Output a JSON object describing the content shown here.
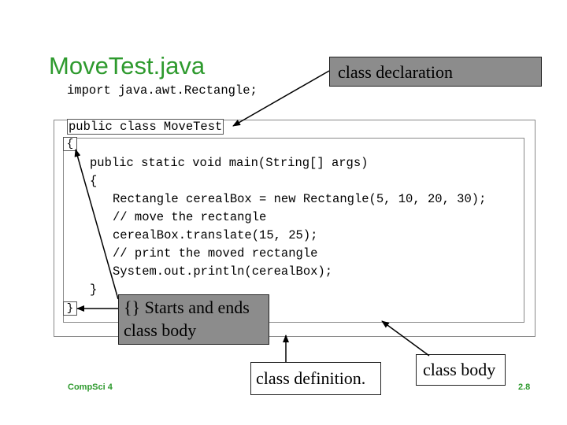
{
  "title": "MoveTest.java",
  "import_line": "import java.awt.Rectangle;",
  "class_header": "public class MoveTest",
  "open_brace": "{",
  "close_brace": "}",
  "code_lines": [
    "public static void main(String[] args)",
    "{",
    "Rectangle cerealBox = new Rectangle(5, 10, 20, 30);",
    "// move the rectangle",
    "cerealBox.translate(15, 25);",
    "// print the moved rectangle",
    "System.out.println(cerealBox);",
    "}"
  ],
  "callouts": {
    "class_declaration": "class declaration",
    "braces_line1": "{} Starts and ends",
    "braces_line2": "class body",
    "class_definition": "class definition.",
    "class_body": "class body"
  },
  "footer": {
    "left": "CompSci 4",
    "right": "2.8"
  },
  "colors": {
    "title": "#2e9a2e",
    "callout_gray": "#8c8c8c"
  }
}
